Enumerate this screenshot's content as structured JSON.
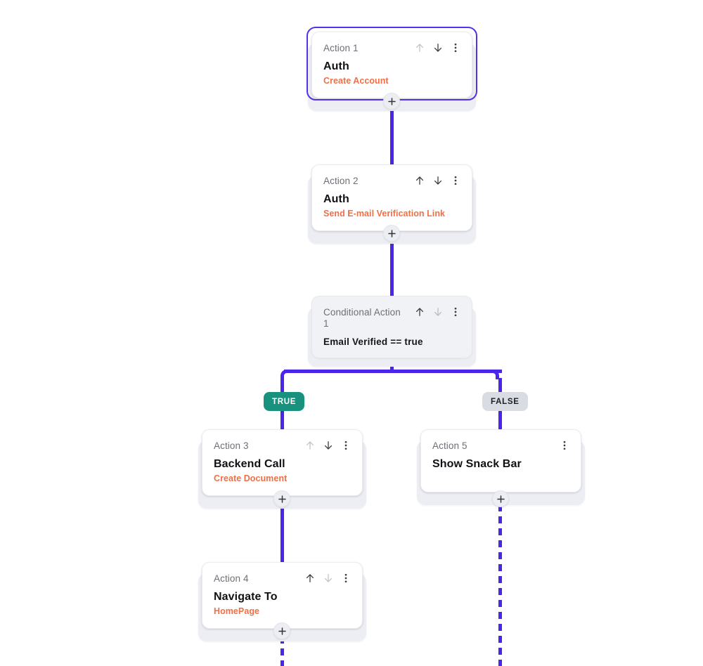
{
  "theme": {
    "connector_color": "#4b26e8",
    "selected_border_color": "#5232ea",
    "subtitle_color": "#ef6f46",
    "true_badge_bg": "#18917e",
    "false_badge_bg": "#d9dce3",
    "card_bg": "#ffffff",
    "conditional_card_bg": "#f1f2f6",
    "plate_bg": "#eceef3"
  },
  "flow": {
    "nodes": [
      {
        "id": "action-1",
        "index_label": "Action 1",
        "title": "Auth",
        "subtitle": "Create Account",
        "selected": true,
        "move_up_enabled": false,
        "move_down_enabled": true,
        "has_menu": true,
        "type": "action"
      },
      {
        "id": "action-2",
        "index_label": "Action 2",
        "title": "Auth",
        "subtitle": "Send E-mail Verification Link",
        "selected": false,
        "move_up_enabled": true,
        "move_down_enabled": true,
        "has_menu": true,
        "type": "action"
      },
      {
        "id": "conditional-action-1",
        "index_label": "Conditional Action 1",
        "title": "",
        "expression": "Email Verified  ==  true",
        "selected": false,
        "move_up_enabled": true,
        "move_down_enabled": false,
        "has_menu": true,
        "type": "conditional"
      },
      {
        "id": "action-3",
        "index_label": "Action 3",
        "title": "Backend Call",
        "subtitle": "Create Document",
        "selected": false,
        "move_up_enabled": false,
        "move_down_enabled": true,
        "has_menu": true,
        "type": "action"
      },
      {
        "id": "action-4",
        "index_label": "Action 4",
        "title": "Navigate To",
        "subtitle": "HomePage",
        "selected": false,
        "move_up_enabled": true,
        "move_down_enabled": false,
        "has_menu": true,
        "type": "action"
      },
      {
        "id": "action-5",
        "index_label": "Action 5",
        "title": "Show Snack Bar",
        "subtitle": "",
        "selected": false,
        "move_up_enabled": false,
        "move_down_enabled": false,
        "has_menu": true,
        "type": "action"
      }
    ],
    "branches": {
      "true_label": "TRUE",
      "false_label": "FALSE"
    },
    "add_buttons": [
      {
        "id": "add-after-action-1",
        "label": "+"
      },
      {
        "id": "add-after-action-2",
        "label": "+"
      },
      {
        "id": "add-after-action-3",
        "label": "+"
      },
      {
        "id": "add-after-action-4",
        "label": "+"
      },
      {
        "id": "add-after-action-5",
        "label": "+"
      }
    ]
  }
}
